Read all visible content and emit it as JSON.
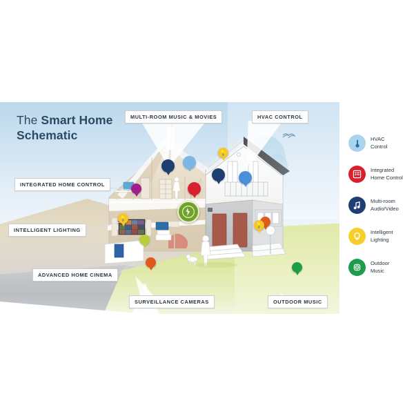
{
  "title": {
    "prefix": "The ",
    "bold": "Smart Home",
    "line2": "Schematic"
  },
  "callouts": [
    {
      "id": "multi-room-music-movies",
      "label": "MULTI-ROOM MUSIC & MOVIES"
    },
    {
      "id": "hvac-control",
      "label": "HVAC CONTROL"
    },
    {
      "id": "integrated-home-control",
      "label": "INTEGRATED HOME CONTROL"
    },
    {
      "id": "intelligent-lighting",
      "label": "INTELLIGENT LIGHTING"
    },
    {
      "id": "advanced-home-cinema",
      "label": "ADVANCED HOME CINEMA"
    },
    {
      "id": "surveillance-cameras",
      "label": "SURVEILLANCE CAMERAS"
    },
    {
      "id": "outdoor-music",
      "label": "OUTDOOR MUSIC"
    }
  ],
  "legend": {
    "items": [
      {
        "icon": "thermometer-icon",
        "label_line1": "HVAC",
        "label_line2": "Control",
        "color": "#aad4ee"
      },
      {
        "icon": "control-panel-icon",
        "label_line1": "Integrated",
        "label_line2": "Home Control",
        "color": "#d8202e"
      },
      {
        "icon": "music-note-icon",
        "label_line1": "Multi-room",
        "label_line2": "Audio/Video",
        "color": "#1f3f72"
      },
      {
        "icon": "lightbulb-icon",
        "label_line1": "Intelligent",
        "label_line2": "Lighting",
        "color": "#f6cf2c"
      },
      {
        "icon": "speaker-icon",
        "label_line1": "Outdoor",
        "label_line2": "Music",
        "color": "#1f9c4a"
      }
    ]
  },
  "pins": [
    {
      "id": "pin-music-attic",
      "icon": "music-note-icon",
      "category": "multi-room-audio-video"
    },
    {
      "id": "pin-hvac-attic",
      "icon": "thermometer-icon",
      "category": "hvac-control"
    },
    {
      "id": "pin-light-attic",
      "icon": "lightbulb-icon",
      "category": "intelligent-lighting"
    },
    {
      "id": "pin-music-upper",
      "icon": "music-note-icon",
      "category": "multi-room-audio-video"
    },
    {
      "id": "pin-hvac-upper",
      "icon": "thermometer-icon",
      "category": "hvac-control"
    },
    {
      "id": "pin-control-panel",
      "icon": "control-panel-icon",
      "category": "integrated-home-control"
    },
    {
      "id": "pin-desk-purple",
      "icon": "monitor-icon",
      "category": "integrated-home-control"
    },
    {
      "id": "pin-light-cinema",
      "icon": "lightbulb-icon",
      "category": "intelligent-lighting"
    },
    {
      "id": "pin-lime-speaker",
      "icon": "speaker-icon",
      "category": "multi-room-audio-video"
    },
    {
      "id": "pin-camera-garage",
      "icon": "camera-icon",
      "category": "surveillance-cameras"
    },
    {
      "id": "pin-camera-front",
      "icon": "camera-icon",
      "category": "surveillance-cameras"
    },
    {
      "id": "pin-light-porch",
      "icon": "lightbulb-icon",
      "category": "intelligent-lighting"
    },
    {
      "id": "pin-outdoor-speaker",
      "icon": "speaker-icon",
      "category": "outdoor-music"
    },
    {
      "id": "badge-energy",
      "icon": "energy-badge-icon",
      "category": "energy-monitor"
    }
  ],
  "colors": {
    "hvac": "#4a90d9",
    "integrated_home_control": "#d8202e",
    "multi_room_av": "#1f3f72",
    "intelligent_lighting": "#f6c62b",
    "outdoor_music": "#1f9c4a",
    "surveillance": "#e05a1e",
    "title": "#2a4a63"
  }
}
